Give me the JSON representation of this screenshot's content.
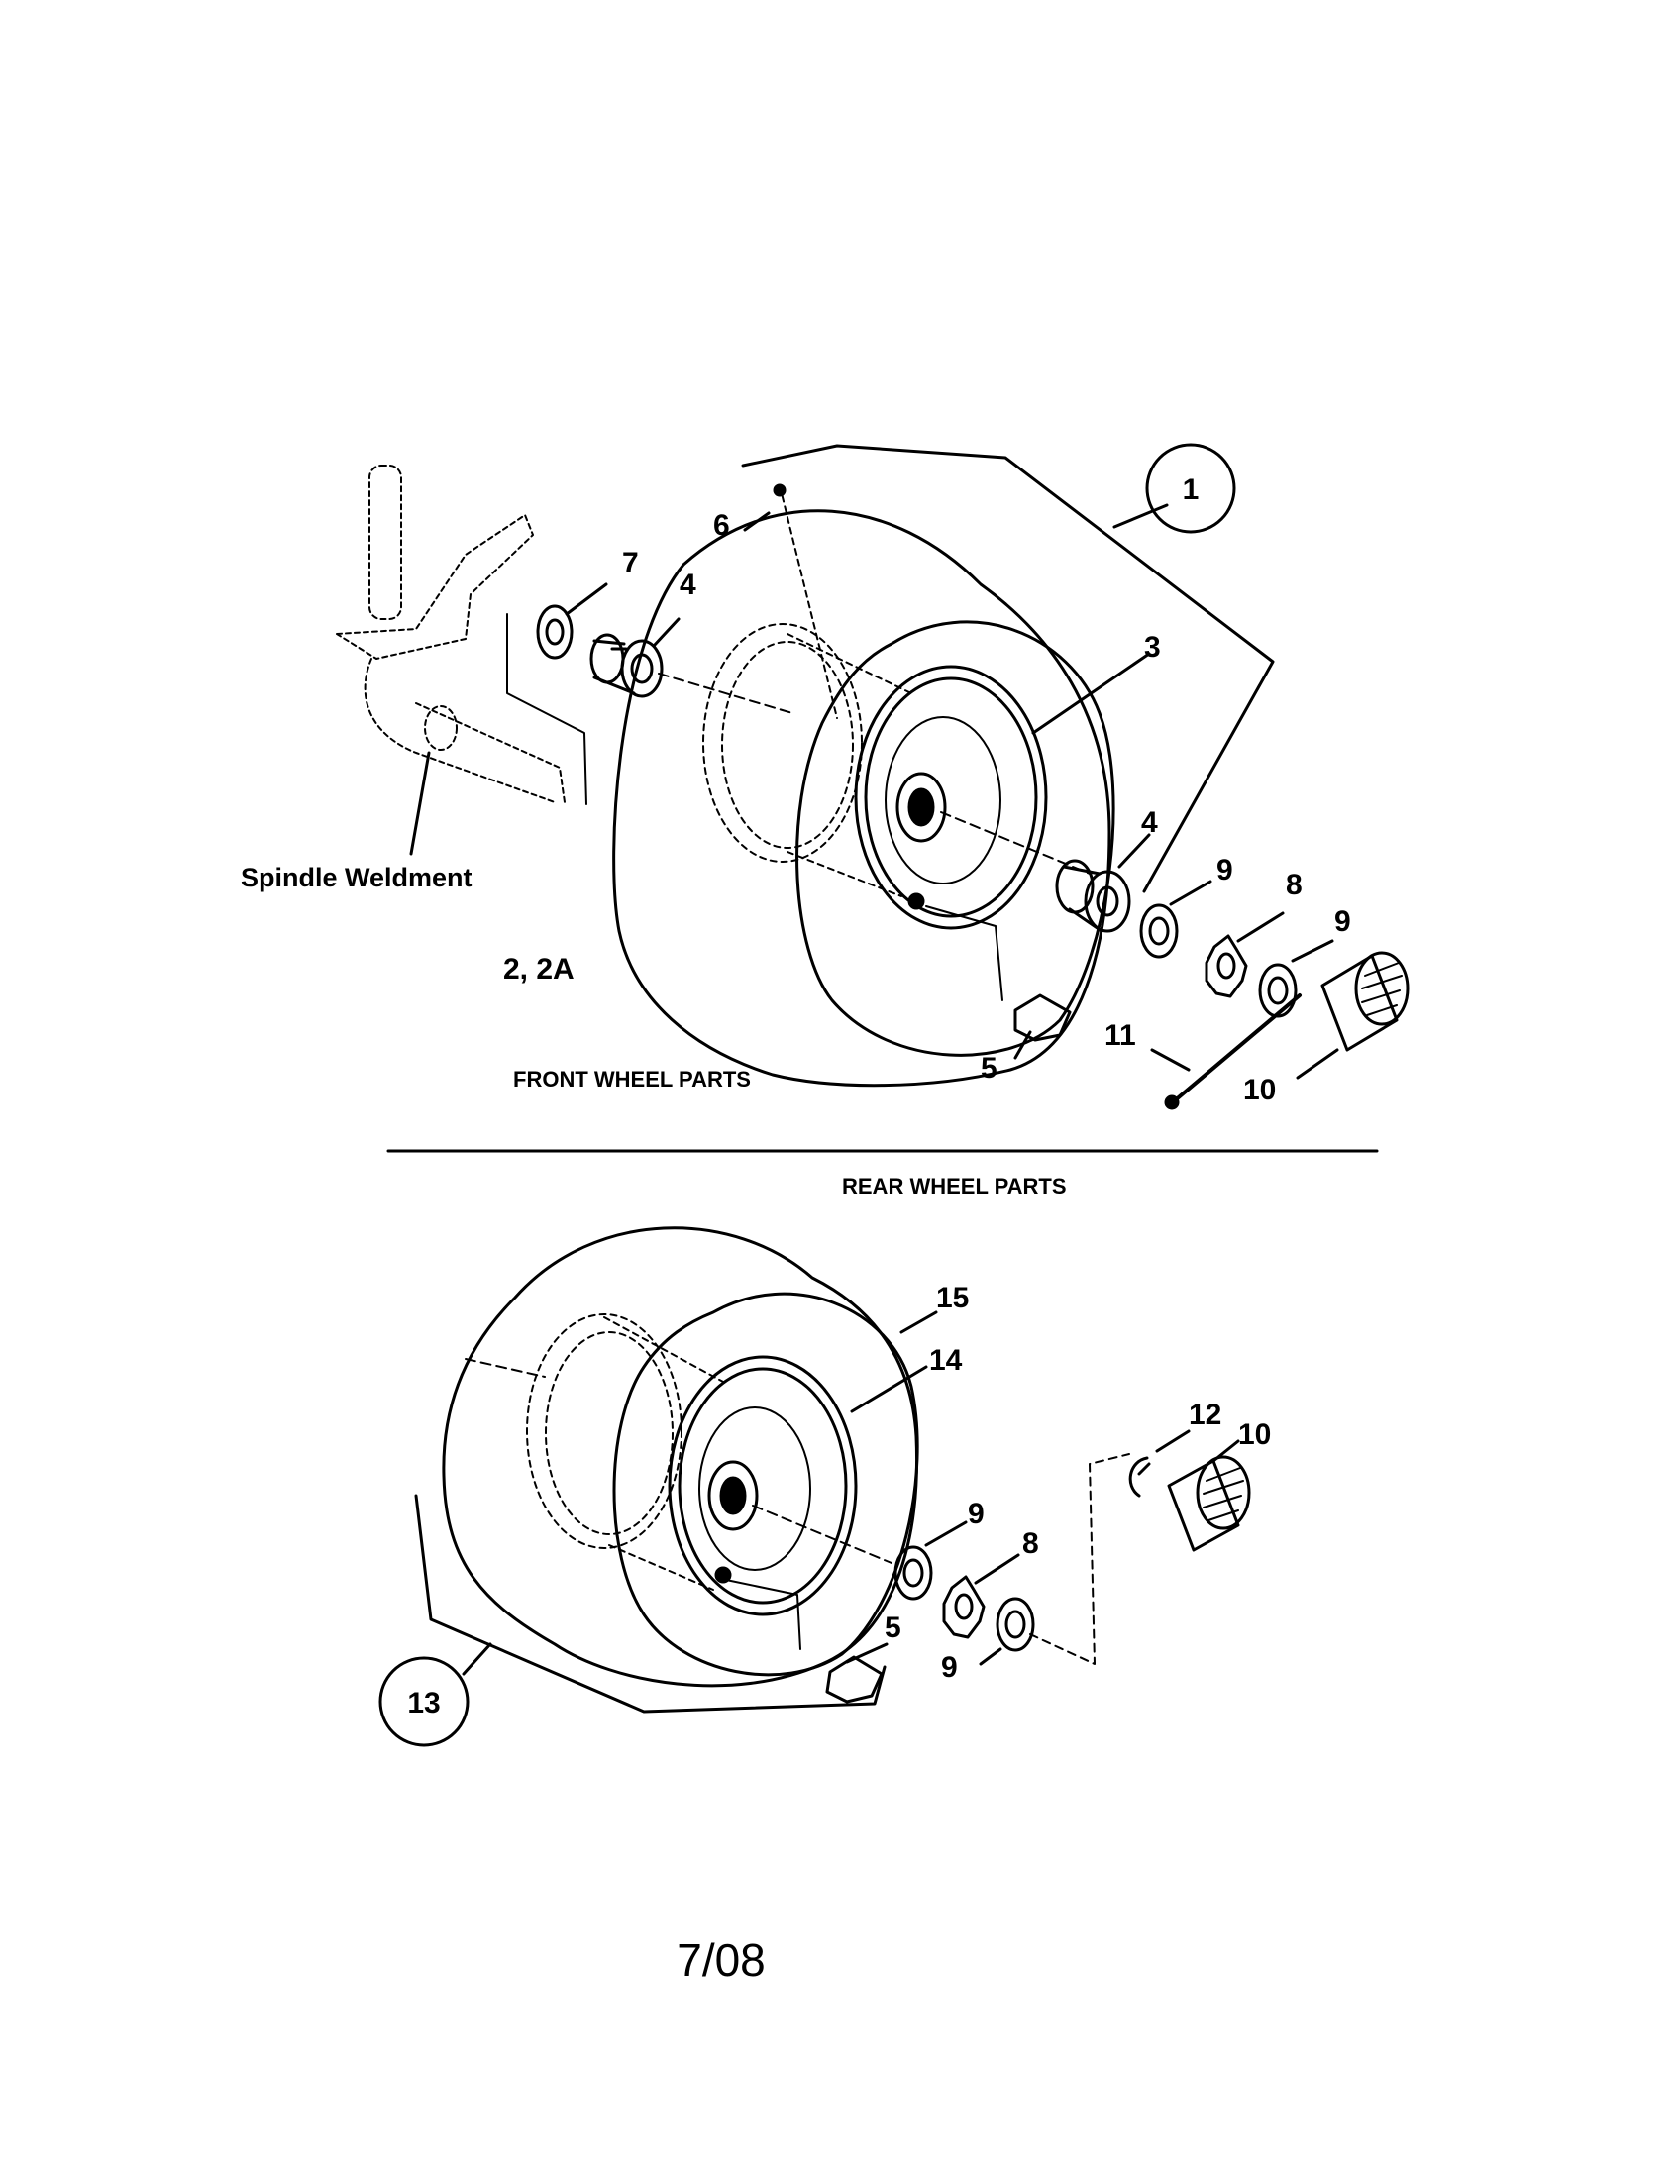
{
  "callouts": {
    "c1": "1",
    "c13": "13"
  },
  "labels": {
    "spindle_weldment": "Spindle Weldment",
    "front_section": "FRONT WHEEL PARTS",
    "rear_section": "REAR WHEEL PARTS",
    "page_date": "7/08"
  },
  "front_numbers": {
    "n2": "2, 2A",
    "n3": "3",
    "n4a": "4",
    "n4b": "4",
    "n5": "5",
    "n6": "6",
    "n7": "7",
    "n8": "8",
    "n9a": "9",
    "n9b": "9",
    "n10": "10",
    "n11": "11"
  },
  "rear_numbers": {
    "n5": "5",
    "n8": "8",
    "n9a": "9",
    "n9b": "9",
    "n10": "10",
    "n12": "12",
    "n14": "14",
    "n15": "15"
  },
  "colors": {
    "ink": "#000000",
    "paper": "#ffffff"
  }
}
